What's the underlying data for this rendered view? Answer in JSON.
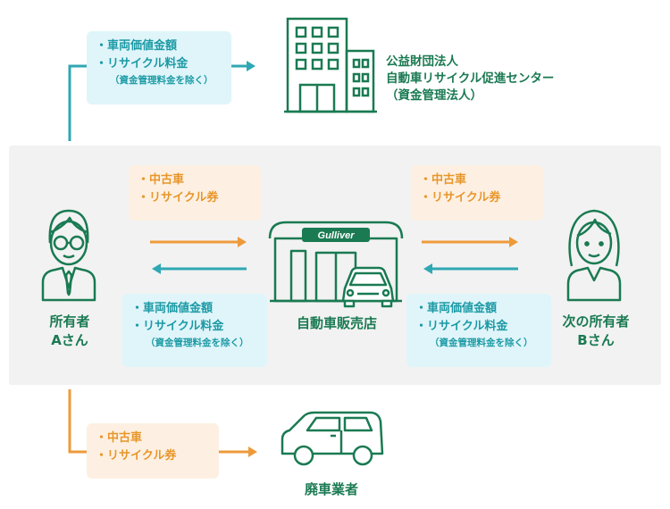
{
  "organization": {
    "line1": "公益財団法人",
    "line2": "自動車リサイクル促進センター",
    "line3": "（資金管理法人）"
  },
  "owner_a": {
    "line1": "所有者",
    "line2": "Aさん"
  },
  "dealer": {
    "label": "自動車販売店",
    "sign": "Gulliver"
  },
  "owner_b": {
    "line1": "次の所有者",
    "line2": "Bさん"
  },
  "scrapper": {
    "label": "廃車業者"
  },
  "box_top_payment": {
    "item1": "・車両価値金額",
    "item2": "・リサイクル料金",
    "note": "（資金管理料金を除く）"
  },
  "box_a_to_dealer": {
    "item1": "・中古車",
    "item2": "・リサイクル券"
  },
  "box_dealer_to_a": {
    "item1": "・車両価値金額",
    "item2": "・リサイクル料金",
    "note": "（資金管理料金を除く）"
  },
  "box_dealer_to_b": {
    "item1": "・中古車",
    "item2": "・リサイクル券"
  },
  "box_b_to_dealer": {
    "item1": "・車両価値金額",
    "item2": "・リサイクル料金",
    "note": "（資金管理料金を除く）"
  },
  "box_scrap": {
    "item1": "・中古車",
    "item2": "・リサイクル券"
  },
  "colors": {
    "primary_green": "#1a7a52",
    "teal": "#1c9aa5",
    "teal_bg": "#dff5fa",
    "orange": "#e8962a",
    "orange_bg": "#fdf0e2",
    "band_bg": "#f2f2f2"
  }
}
